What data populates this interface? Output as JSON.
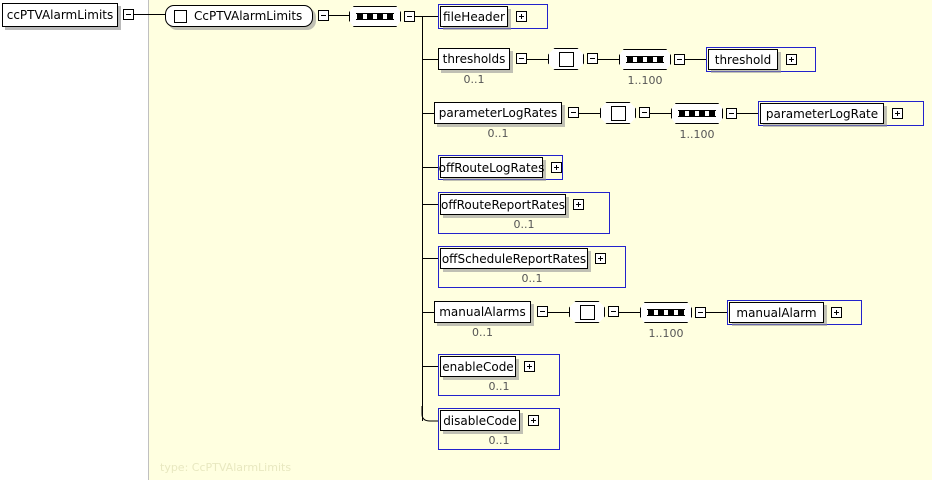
{
  "diagram": {
    "kind": "xml-schema-element-diagram",
    "root": {
      "label": "ccPTVAlarmLimits",
      "toggle": "minus"
    },
    "type_panel": {
      "footer": "type: CcPTVAlarmLimits",
      "background": "#ffffe0"
    },
    "complex_type": {
      "label": "CcPTVAlarmLimits",
      "icon": "complextype-square-icon",
      "toggle": "minus"
    },
    "sequence_root": {
      "symbol": "sequence-icon",
      "toggle": "minus",
      "cardinality": ""
    },
    "children": [
      {
        "label": "fileHeader",
        "toggle": "plus",
        "cardinality": "",
        "boxed": true,
        "nested": null
      },
      {
        "label": "thresholds",
        "toggle": "minus",
        "cardinality": "0..1",
        "boxed": false,
        "nested": {
          "all_toggle": "minus",
          "sequence_cardinality": "1..100",
          "sequence_toggle": "minus",
          "leaf_label": "threshold",
          "leaf_toggle": "plus"
        }
      },
      {
        "label": "parameterLogRates",
        "toggle": "minus",
        "cardinality": "0..1",
        "boxed": false,
        "nested": {
          "all_toggle": "minus",
          "sequence_cardinality": "1..100",
          "sequence_toggle": "minus",
          "leaf_label": "parameterLogRate",
          "leaf_toggle": "plus"
        }
      },
      {
        "label": "offRouteLogRates",
        "toggle": "plus",
        "cardinality": "",
        "boxed": true,
        "nested": null
      },
      {
        "label": "offRouteReportRates",
        "toggle": "plus",
        "cardinality": "0..1",
        "boxed": true,
        "nested": null
      },
      {
        "label": "offScheduleReportRates",
        "toggle": "plus",
        "cardinality": "0..1",
        "boxed": true,
        "nested": null
      },
      {
        "label": "manualAlarms",
        "toggle": "minus",
        "cardinality": "0..1",
        "boxed": false,
        "nested": {
          "all_toggle": "minus",
          "sequence_cardinality": "1..100",
          "sequence_toggle": "minus",
          "leaf_label": "manualAlarm",
          "leaf_toggle": "plus"
        }
      },
      {
        "label": "enableCode",
        "toggle": "plus",
        "cardinality": "0..1",
        "boxed": true,
        "nested": null
      },
      {
        "label": "disableCode",
        "toggle": "plus",
        "cardinality": "0..1",
        "boxed": true,
        "nested": null
      }
    ],
    "colors": {
      "element_border": "#2222cc",
      "panel_bg": "#ffffe0",
      "line": "#000000",
      "cardinality_text": "#555555",
      "footer_text": "#e8e8c0"
    }
  }
}
